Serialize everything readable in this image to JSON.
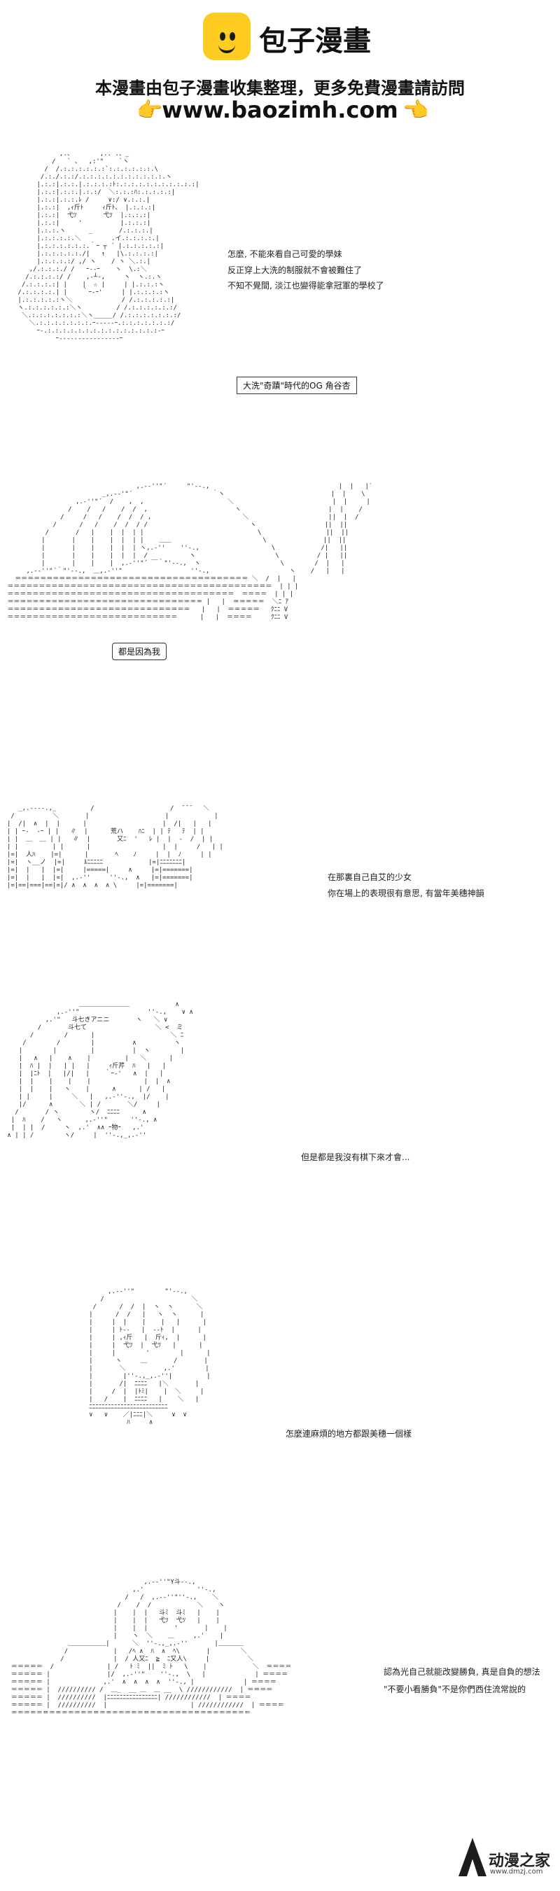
{
  "header": {
    "logo_text": "包子漫畫",
    "tagline": "本漫畫由包子漫畫收集整理，更多免費漫畫請訪問",
    "url": "www.baozimh.com",
    "hand_icon": "pointing-hand-icon",
    "brand_color": "#ffcc22"
  },
  "panels": [
    {
      "captions": [
        "怎麼, 不能來看自己可愛的學妹",
        "反正穿上大洗的制服就不會被難住了",
        "不知不覺間, 淡江也變得能拿冠軍的學校了"
      ],
      "box_caption": "大洗\"奇蹟\"時代的OG 角谷杏"
    },
    {
      "bubble": "都是因為我"
    },
    {
      "captions": [
        "在那裏自己自艾的少女",
        "你在場上的表現很有意思, 有當年美穗神韻"
      ]
    },
    {
      "captions": [
        "但是都是我沒有棋下來才會..."
      ]
    },
    {
      "captions": [
        "怎麼連麻煩的地方都跟美穗一個樣"
      ]
    },
    {
      "captions": [
        "認為光自己就能改變勝負, 真是自負的想法",
        "\"不要小看勝負\"不是你們西住流常說的"
      ]
    }
  ],
  "watermark": {
    "text": "动漫之家",
    "url": "www.dmzj.com"
  }
}
